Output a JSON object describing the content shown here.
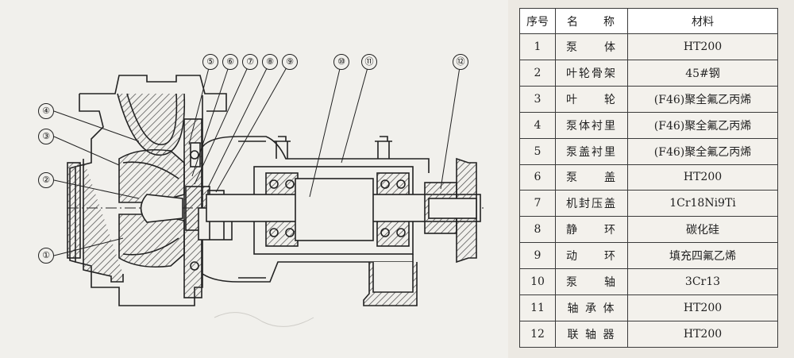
{
  "table": {
    "headers": {
      "no": "序号",
      "name_a": "名",
      "name_b": "称",
      "material": "材料"
    },
    "rows": [
      {
        "no": "1",
        "name": "泵　　体",
        "material": "HT200"
      },
      {
        "no": "2",
        "name": "叶轮骨架",
        "material": "45#钢"
      },
      {
        "no": "3",
        "name": "叶　　轮",
        "material": "(F46)聚全氟乙丙烯"
      },
      {
        "no": "4",
        "name": "泵体衬里",
        "material": "(F46)聚全氟乙丙烯"
      },
      {
        "no": "5",
        "name": "泵盖衬里",
        "material": "(F46)聚全氟乙丙烯"
      },
      {
        "no": "6",
        "name": "泵　　盖",
        "material": "HT200"
      },
      {
        "no": "7",
        "name": "机封压盖",
        "material": "1Cr18Ni9Ti"
      },
      {
        "no": "8",
        "name": "静　　环",
        "material": "碳化硅"
      },
      {
        "no": "9",
        "name": "动　　环",
        "material": "填充四氟乙烯"
      },
      {
        "no": "10",
        "name": "泵　　轴",
        "material": "3Cr13"
      },
      {
        "no": "11",
        "name": "轴 承 体",
        "material": "HT200"
      },
      {
        "no": "12",
        "name": "联 轴 器",
        "material": "HT200"
      }
    ]
  },
  "callouts": [
    "①",
    "②",
    "③",
    "④",
    "⑤",
    "⑥",
    "⑦",
    "⑧",
    "⑨",
    "⑩",
    "⑪",
    "⑫"
  ],
  "colors": {
    "line": "#222222",
    "hatch": "#444444",
    "panel": "#f1f0ec",
    "table_bg": "#f3f1ec"
  }
}
